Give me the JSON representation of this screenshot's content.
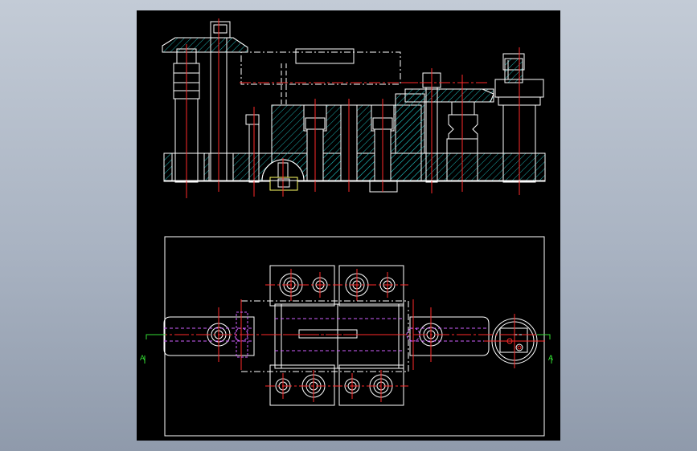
{
  "viewport": {
    "background": "#b4bdcb",
    "canvas_background": "#000000"
  },
  "drawing": {
    "views": [
      "front-section-view",
      "top-plan-view"
    ],
    "section_marker_label": "A",
    "colors": {
      "outline": "#ffffff",
      "centerline": "#ff2a2a",
      "hatch": "#1fb3b3",
      "hidden": "#d060ff",
      "section_marker": "#33dd33",
      "secondary": "#ffff66"
    }
  }
}
